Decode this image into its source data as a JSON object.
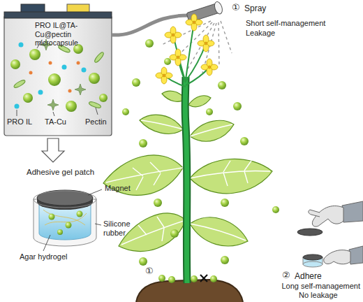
{
  "diagram": {
    "nodes": [
      {
        "text": [
          "PRO IL@TA-Cu@pectin microcapsule",
          "PRO IL",
          "TA-Cu",
          "Pectin"
        ]
      }
    ],
    "labels": [
      "①",
      "Spray",
      "Short self-management",
      "Leakage",
      "Adhesive gel patch",
      "Magnet",
      "Silicone rubber",
      "Agar hydrogel",
      "①",
      "②",
      "Adhere",
      "Long self-management",
      "No leakage"
    ]
  }
}
